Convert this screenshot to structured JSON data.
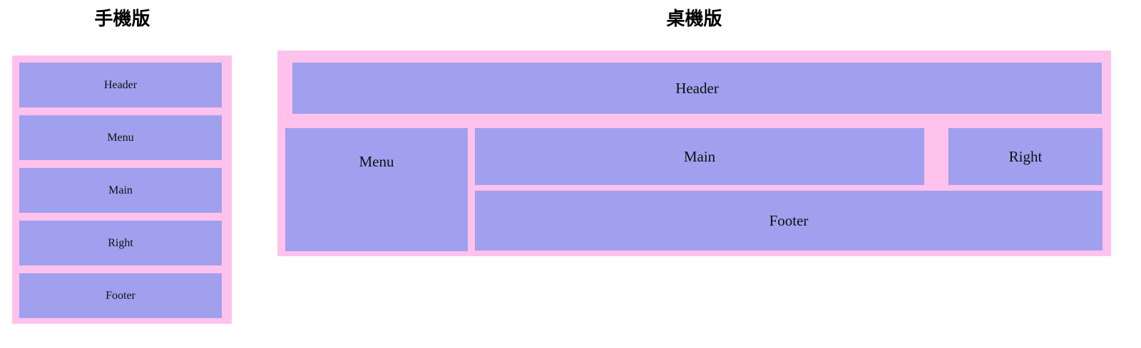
{
  "page": {
    "background_color": "#ffffff",
    "block_fill_color": "#a0a0ee",
    "container_fill_color": "#ffc2ec",
    "text_color": "#111111"
  },
  "mobile": {
    "title": "手機版",
    "blocks": [
      {
        "label": "Header"
      },
      {
        "label": "Menu"
      },
      {
        "label": "Main"
      },
      {
        "label": "Right"
      },
      {
        "label": "Footer"
      }
    ]
  },
  "desktop": {
    "title": "桌機版",
    "blocks": {
      "header": {
        "label": "Header"
      },
      "menu": {
        "label": "Menu"
      },
      "main": {
        "label": "Main"
      },
      "right": {
        "label": "Right"
      },
      "footer": {
        "label": "Footer"
      }
    }
  }
}
